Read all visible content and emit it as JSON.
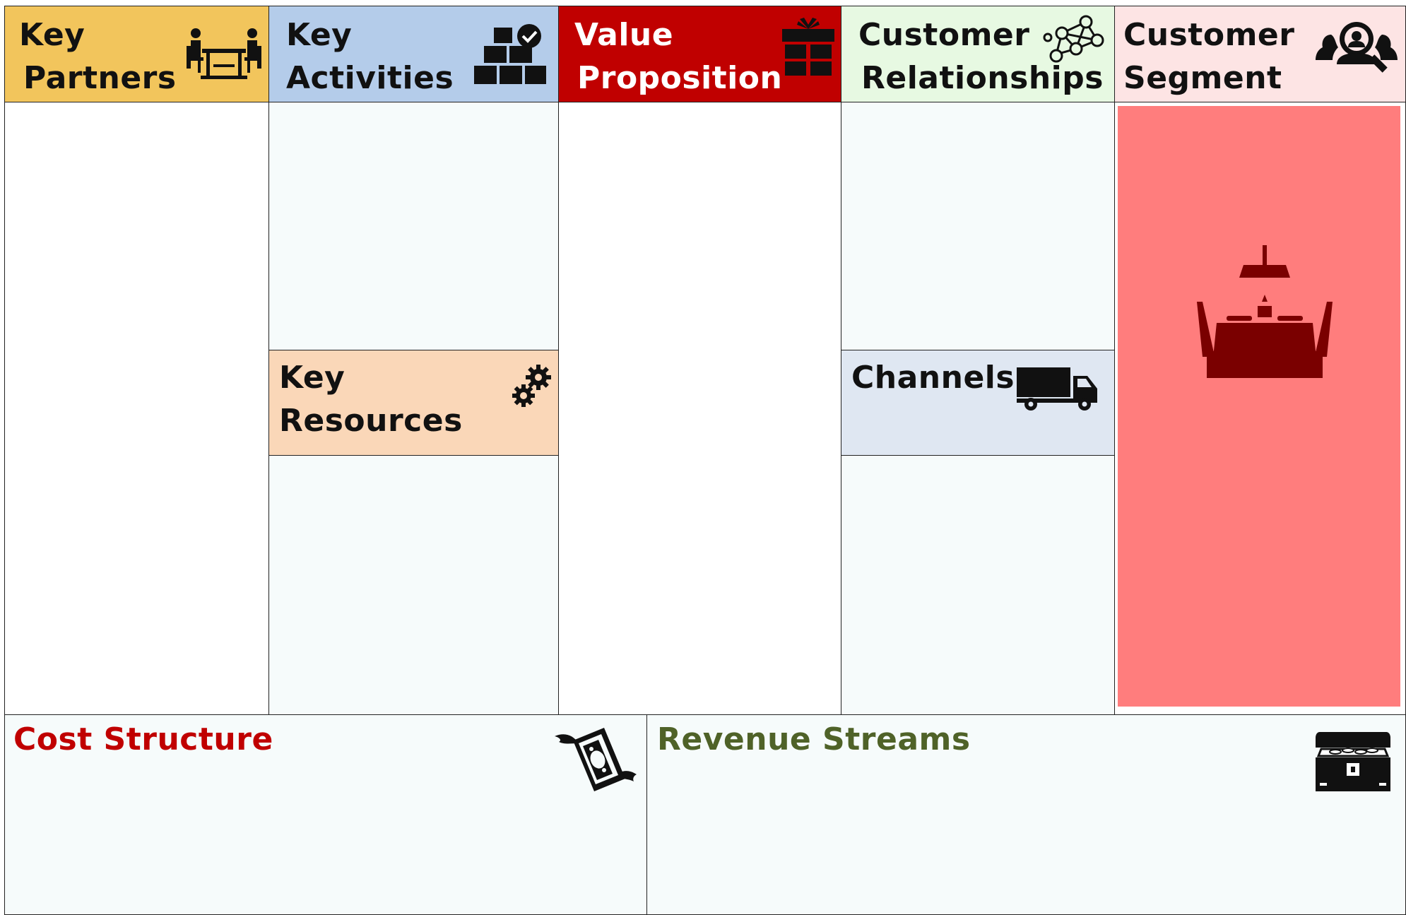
{
  "canvas": {
    "key_partners": {
      "title_line1": "Key",
      "title_line2": "Partners",
      "icon": "meeting-table-icon"
    },
    "key_activities": {
      "title_line1": "Key",
      "title_line2": "Activities",
      "icon": "boxes-check-icon"
    },
    "key_resources": {
      "title_line1": "Key",
      "title_line2": "Resources",
      "icon": "gears-icon"
    },
    "value_proposition": {
      "title_line1": "Value",
      "title_line2": "Proposition",
      "icon": "gift-icon"
    },
    "customer_relationships": {
      "title_line1": "Customer",
      "title_line2": "Relationships",
      "icon": "network-icon"
    },
    "channels": {
      "title": "Channels",
      "icon": "truck-icon"
    },
    "customer_segment": {
      "title_line1": "Customer",
      "title_line2": "Segment",
      "icon": "customer-search-icon",
      "illustration": "dining-table-icon"
    },
    "cost_structure": {
      "title": "Cost Structure",
      "icon": "flying-money-icon"
    },
    "revenue_streams": {
      "title": "Revenue Streams",
      "icon": "treasure-chest-icon"
    }
  },
  "colors": {
    "key_partners": "#F2C55C",
    "key_activities": "#B4CCEA",
    "key_resources": "#FAD7B8",
    "value_proposition": "#C00000",
    "customer_relationships": "#E7F9E2",
    "channels": "#DFE7F2",
    "customer_segment_header": "#FDE4E4",
    "customer_segment_body": "#FF7D7D",
    "illustration": "#7A0000",
    "pale_fill": "#F6FBFB",
    "cost_title": "#C00000",
    "revenue_title": "#4F6228"
  }
}
